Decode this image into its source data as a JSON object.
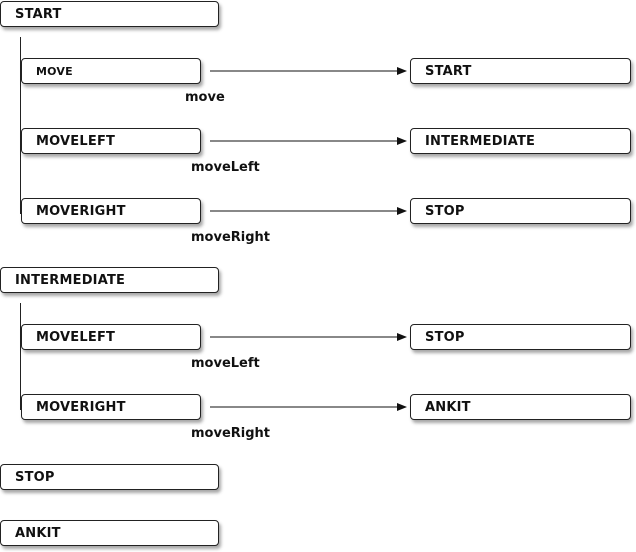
{
  "groups": [
    {
      "state": "START",
      "transitions": [
        {
          "event": "MOVE",
          "method": "move",
          "target": "START"
        },
        {
          "event": "MOVELEFT",
          "method": "moveLeft",
          "target": "INTERMEDIATE"
        },
        {
          "event": "MOVERIGHT",
          "method": "moveRight",
          "target": "STOP"
        }
      ]
    },
    {
      "state": "INTERMEDIATE",
      "transitions": [
        {
          "event": "MOVELEFT",
          "method": "moveLeft",
          "target": "STOP"
        },
        {
          "event": "MOVERIGHT",
          "method": "moveRight",
          "target": "ANKIT"
        }
      ]
    },
    {
      "state": "STOP",
      "transitions": []
    },
    {
      "state": "ANKIT",
      "transitions": []
    }
  ]
}
